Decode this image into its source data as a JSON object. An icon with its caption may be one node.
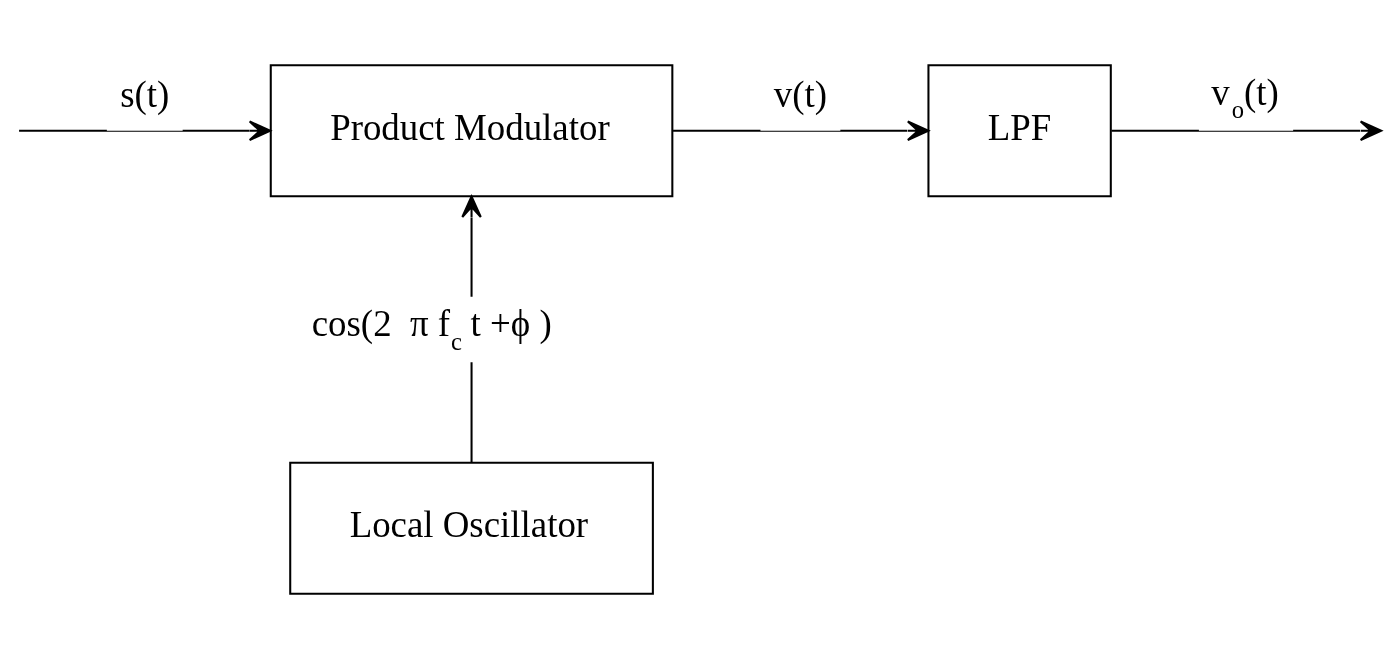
{
  "diagram": {
    "nodes": [
      {
        "text": [
          "Product Modulator"
        ]
      },
      {
        "text": [
          "LPF"
        ]
      },
      {
        "text": [
          "Local Oscillator"
        ]
      }
    ],
    "edges": [
      {
        "from": null,
        "to": 0,
        "arrow": "to",
        "label": "s(t)"
      },
      {
        "from": 0,
        "to": 1,
        "arrow": "to",
        "label": "v(t)"
      },
      {
        "from": 1,
        "to": null,
        "arrow": "to",
        "label": "v$_{o}$(t)"
      },
      {
        "from": 2,
        "to": 0,
        "arrow": "to",
        "label": "cos(2  π f$_{c}$ t +ϕ )"
      }
    ]
  }
}
